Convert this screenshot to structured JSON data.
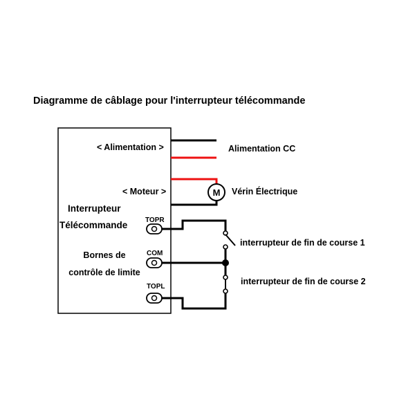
{
  "title": "Diagramme de câblage pour l'interrupteur télécommande",
  "module": {
    "name_line1": "Interrupteur",
    "name_line2": "Télécommande",
    "limit_line1": "Bornes de",
    "limit_line2": "contrôle de limite"
  },
  "ports": {
    "power": "< Alimentation >",
    "motor": "< Moteur >"
  },
  "terminals": {
    "topr": "TOPR",
    "com": "COM",
    "topl": "TOPL"
  },
  "external": {
    "power": "Alimentation CC",
    "motor_symbol": "M",
    "motor": "Vérin Électrique",
    "limit_switch_1": "interrupteur de fin de course 1",
    "limit_switch_2": "interrupteur de fin de course 2"
  },
  "colors": {
    "wire_black": "#000000",
    "wire_red": "#ee1111"
  }
}
